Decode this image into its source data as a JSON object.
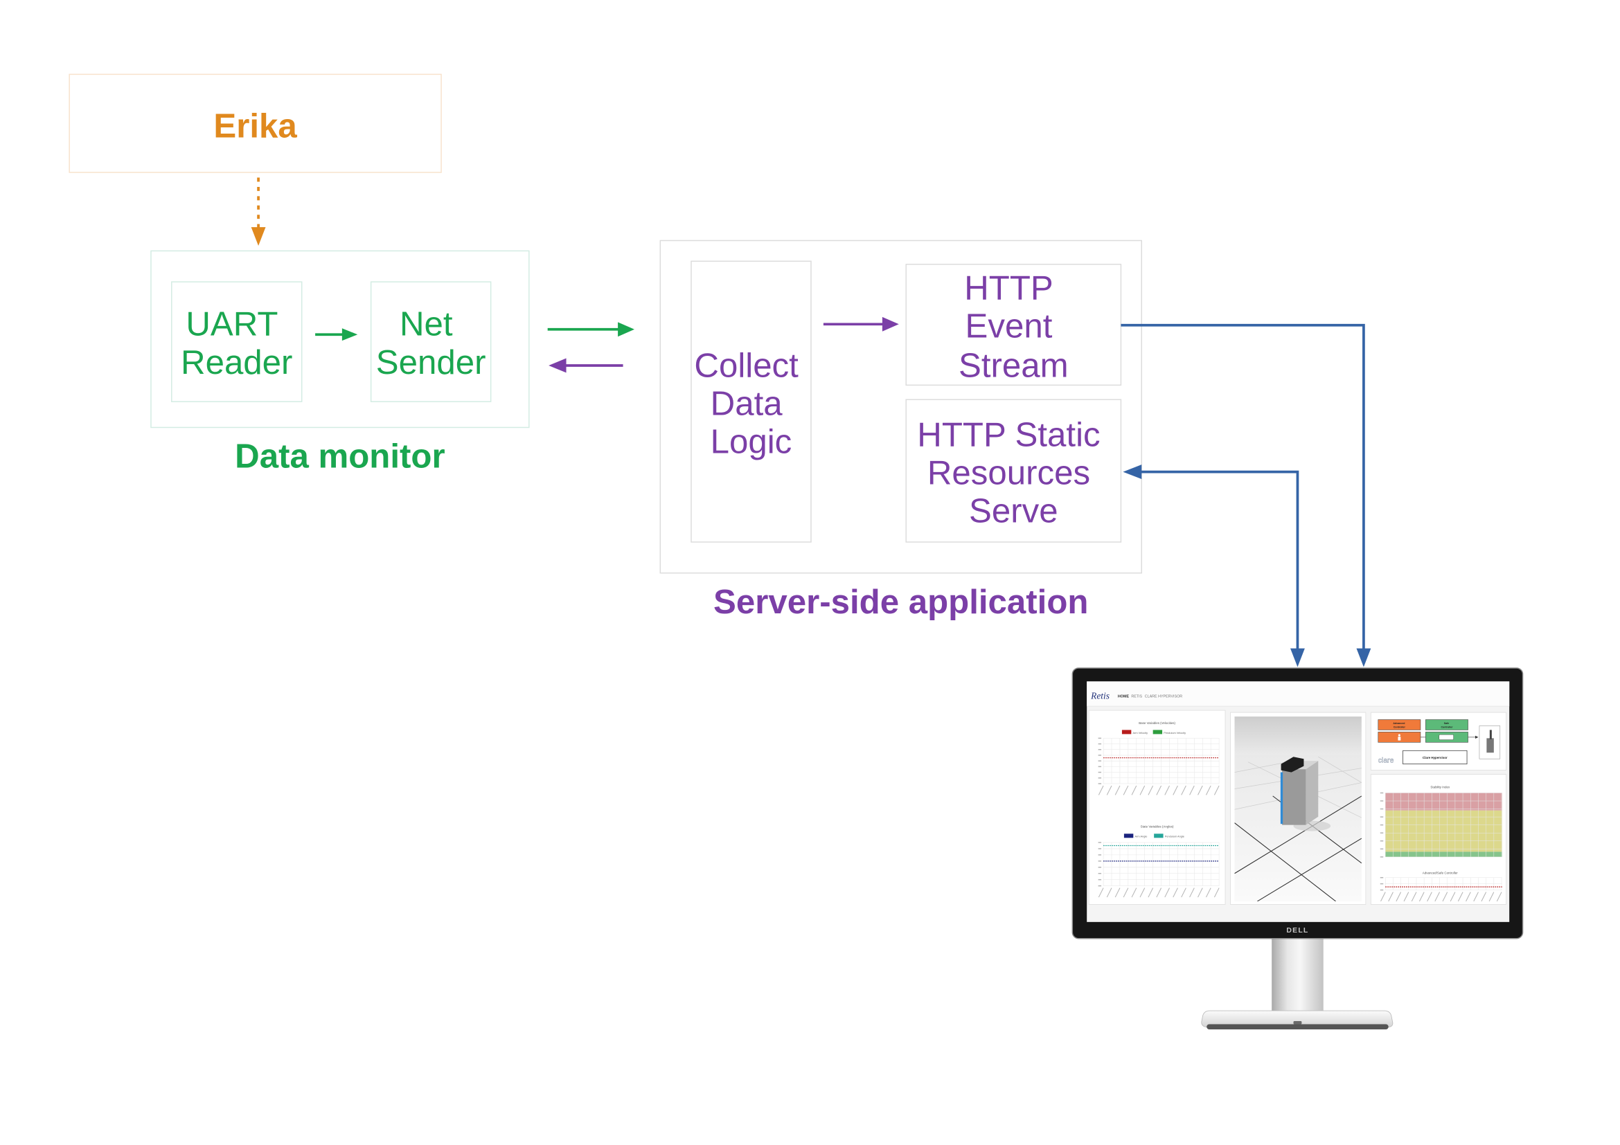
{
  "colors": {
    "erika": "#e0891e",
    "data_monitor": "#1aa64f",
    "server_app": "#7b3fa7",
    "client_link": "#3564a6"
  },
  "erika": {
    "label": "Erika"
  },
  "data_monitor": {
    "label": "Data monitor",
    "uart_reader": [
      "UART",
      "Reader"
    ],
    "net_sender": [
      "Net",
      "Sender"
    ]
  },
  "server_app": {
    "label": "Server-side application",
    "collect_data_logic": [
      "Collect",
      "Data",
      "Logic"
    ],
    "http_event_stream": [
      "HTTP",
      "Event",
      "Stream"
    ],
    "http_static_resources": [
      "HTTP Static",
      "Resources",
      "Serve"
    ]
  },
  "monitor": {
    "brand_logo": "DELL",
    "dashboard": {
      "logo": "Retis",
      "nav": [
        "HOME",
        "RETIS",
        "CLARE HYPERVISOR"
      ],
      "base_variables_chart": {
        "title": "Base Variables (Velocities)",
        "series": [
          {
            "name": "Arm Velocity",
            "color": "#b71c1c"
          },
          {
            "name": "Pendulum Velocity",
            "color": "#2e9e3e"
          }
        ]
      },
      "state_variables_chart": {
        "title": "State Variables (Angles)",
        "series": [
          {
            "name": "Arm Angle",
            "color": "#1a237e"
          },
          {
            "name": "Pendulum Angle",
            "color": "#26a69a"
          }
        ]
      },
      "hypervisor_diagram": {
        "advanced_controller": [
          "Advanced",
          "Controller"
        ],
        "safe_controller": [
          "Safe",
          "Controller"
        ],
        "clare_logo": "clare",
        "clare_hypervisor": "Clare Hypervisor"
      },
      "stability_index_chart": {
        "title": "Stability Index"
      },
      "controller_chart": {
        "title": "Advanced/Safe Controller"
      }
    }
  }
}
